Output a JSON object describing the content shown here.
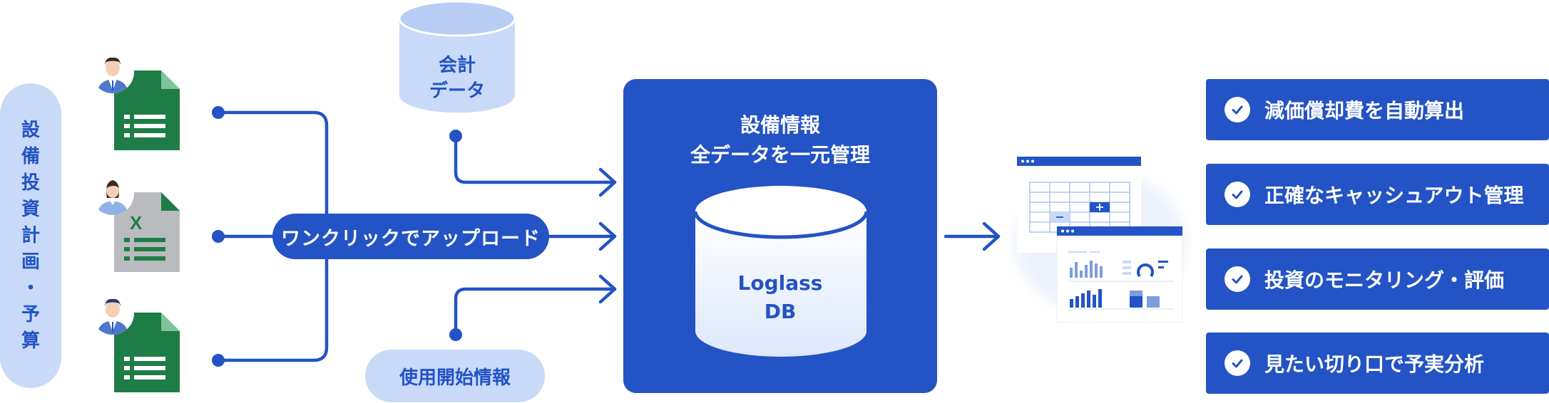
{
  "left_pill": {
    "chars": [
      "設",
      "備",
      "投",
      "資",
      "計",
      "画",
      "・",
      "予",
      "算"
    ]
  },
  "upload_label": "ワンクリックでアップロード",
  "accounting_db": {
    "line1": "会計",
    "line2": "データ"
  },
  "usage_label": "使用開始情報",
  "center": {
    "title_line1": "設備情報",
    "title_line2": "全データを一元管理",
    "db_line1": "Loglass",
    "db_line2": "DB"
  },
  "benefits": [
    {
      "label": "減価償却費を自動算出"
    },
    {
      "label": "正確なキャッシュアウト管理"
    },
    {
      "label": "投資のモニタリング・評価"
    },
    {
      "label": "見たい切り口で予実分析"
    }
  ],
  "icons": {
    "doc1": "spreadsheet-icon",
    "doc2": "excel-icon",
    "doc3": "spreadsheet-icon",
    "avatars": [
      "man-avatar",
      "woman-avatar",
      "man-avatar"
    ],
    "check": "check-icon"
  },
  "colors": {
    "primary": "#2353c4",
    "light": "#c9daf8",
    "sheet_green": "#1e7d46",
    "excel_gray": "#b9bbbf"
  }
}
